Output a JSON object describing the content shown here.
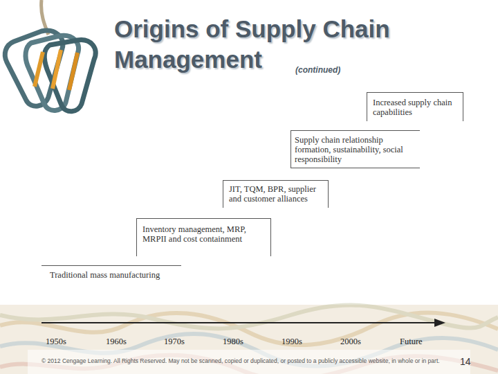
{
  "diagram": {
    "title": "Origins of Supply Chain Management",
    "nodes": [
      {
        "text": [
          "Traditional mass manufacturing"
        ]
      },
      {
        "text": [
          "Inventory management, MRP, MRPII and cost containment"
        ]
      },
      {
        "text": [
          "JIT, TQM, BPR, supplier and customer alliances"
        ]
      },
      {
        "text": [
          "Supply chain relationship formation, sustainability, social responsibility"
        ]
      },
      {
        "text": [
          "Increased supply chain capabilities"
        ]
      }
    ],
    "labels": [
      "(continued)",
      "1950s",
      "1960s",
      "1970s",
      "1980s",
      "1990s",
      "2000s",
      "Future",
      "© 2012 Cengage Learning. All Rights Reserved. May not be scanned, copied or duplicated, or posted to a publicly accessible website, in whole or in part.",
      "14"
    ]
  }
}
